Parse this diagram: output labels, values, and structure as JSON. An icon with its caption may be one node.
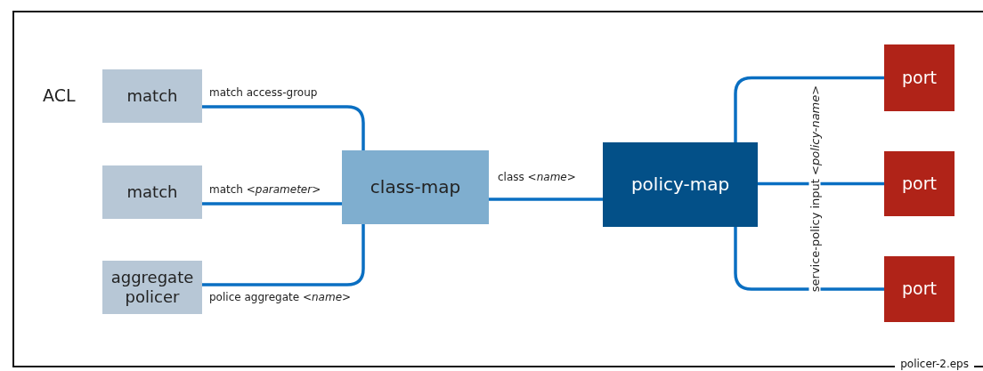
{
  "diagram": {
    "nodes": [
      {
        "text": [
          "match"
        ]
      },
      {
        "text": [
          "match"
        ]
      },
      {
        "text": [
          "aggregate policer"
        ]
      },
      {
        "text": [
          "class-map"
        ]
      },
      {
        "text": [
          "policy-map"
        ]
      },
      {
        "text": [
          "port"
        ]
      },
      {
        "text": [
          "port"
        ]
      },
      {
        "text": [
          "port"
        ]
      }
    ],
    "edges": [
      {
        "from": 0,
        "to": 3,
        "arrow": "none",
        "label": "match access-group"
      },
      {
        "from": 1,
        "to": 3,
        "arrow": "none",
        "label": "match <*parameter*>"
      },
      {
        "from": 2,
        "to": 3,
        "arrow": "none",
        "label": "police aggregate <*name*>"
      },
      {
        "from": 3,
        "to": 4,
        "arrow": "none",
        "label": "class <*name*>"
      },
      {
        "from": 4,
        "to": 5,
        "arrow": "none"
      },
      {
        "from": 4,
        "to": 6,
        "arrow": "none"
      },
      {
        "from": 4,
        "to": 7,
        "arrow": "none"
      }
    ],
    "labels": [
      "ACL",
      "service-policy input <*policy-name*>",
      "policer-2.eps"
    ]
  }
}
